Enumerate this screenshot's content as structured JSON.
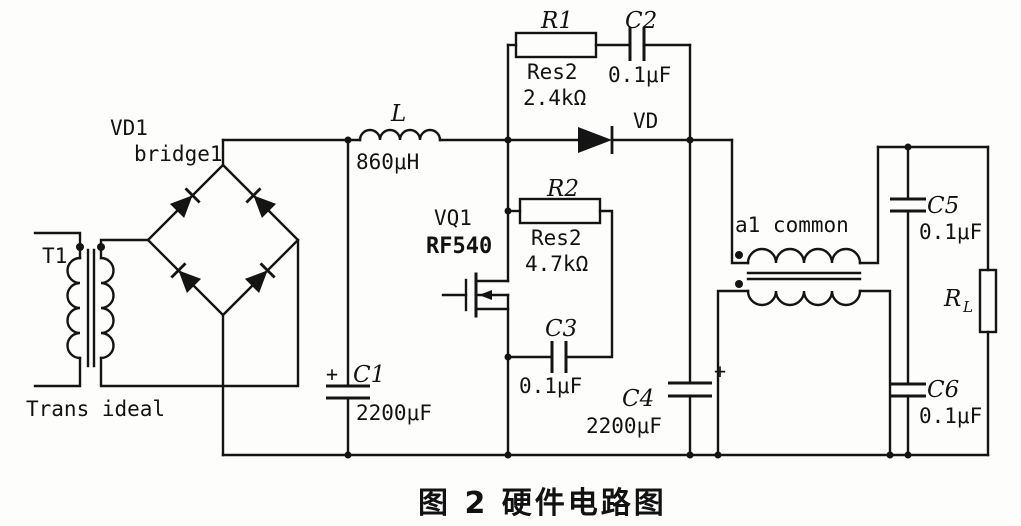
{
  "figure": {
    "caption": "图 2  硬件电路图"
  },
  "transformer": {
    "designator": "T1",
    "type": "Trans ideal"
  },
  "bridge": {
    "designator": "VD1",
    "type": "bridge1"
  },
  "inductor": {
    "designator": "L",
    "value": "860μH"
  },
  "snubber1": {
    "resistor": {
      "designator": "R1",
      "type": "Res2",
      "value": "2.4kΩ"
    },
    "capacitor": {
      "designator": "C2",
      "value": "0.1μF"
    }
  },
  "diode": {
    "designator": "VD"
  },
  "mosfet": {
    "designator": "VQ1",
    "part": "RF540"
  },
  "snubber2": {
    "resistor": {
      "designator": "R2",
      "type": "Res2",
      "value": "4.7kΩ"
    },
    "capacitor": {
      "designator": "C3",
      "value": "0.1μF"
    }
  },
  "bulk_caps": {
    "c1": {
      "designator": "C1",
      "value": "2200μF",
      "polarity": "+"
    },
    "c4": {
      "designator": "C4",
      "value": "2200μF",
      "polarity": "+"
    }
  },
  "choke": {
    "label": "a1 common"
  },
  "output_filter": {
    "c5": {
      "designator": "C5",
      "value": "0.1μF"
    },
    "c6": {
      "designator": "C6",
      "value": "0.1μF"
    },
    "load": {
      "designator": "R",
      "subscript": "L"
    }
  }
}
